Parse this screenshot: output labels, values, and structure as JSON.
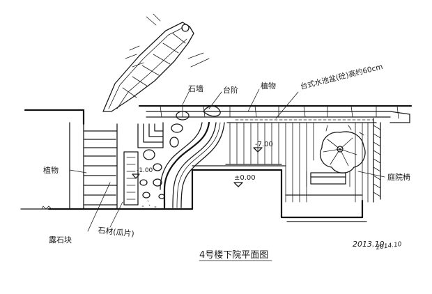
{
  "title": "4号楼下院平面图",
  "signature": "2013.10",
  "date": "2014.10",
  "labels": {
    "stone_wall": "石墙",
    "steps": "台阶",
    "planting_top": "植物",
    "planting_left": "植物",
    "pool_note": "台式水池盆(砼)高约60cm",
    "courtyard_chair": "庭院椅",
    "exposed_stone": "露石块",
    "stone_paving": "石材(瓜片)",
    "elev_main": "±0.00",
    "elev_deck": "-7.00",
    "elev_low": "-1.00"
  },
  "colors": {
    "ink": "#1a1a1a",
    "paper": "#ffffff"
  }
}
